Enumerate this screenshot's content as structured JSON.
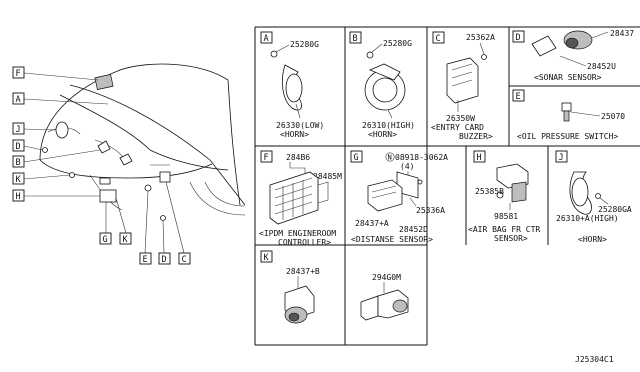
{
  "diagram_id": "J25304C1",
  "car_callouts": [
    "F",
    "A",
    "J",
    "D",
    "B",
    "K",
    "H",
    "G",
    "K",
    "E",
    "D",
    "C"
  ],
  "panels": {
    "A": {
      "letter": "A",
      "part_top": "25280G",
      "part_bottom": "26330(LOW)",
      "caption": "<HORN>"
    },
    "B": {
      "letter": "B",
      "part_top": "25280G",
      "part_bottom": "26310(HIGH)",
      "caption": "<HORN>"
    },
    "C": {
      "letter": "C",
      "part_top": "25362A",
      "part_bottom": "26350W",
      "caption_1": "<ENTRY CARD",
      "caption_2": "BUZZER>"
    },
    "D": {
      "letter": "D",
      "part_a": "28437",
      "part_b": "28452U",
      "caption": "<SONAR SENSOR>"
    },
    "E": {
      "letter": "E",
      "part_a": "25070",
      "caption": "<OIL PRESSURE SWITCH>"
    },
    "F": {
      "letter": "F",
      "part_a": "284B6",
      "part_b": "28485M",
      "caption_1": "<IPDM ENGINEROOM",
      "caption_2": "CONTROLLER>"
    },
    "G": {
      "letter": "G",
      "bolt_prefix": "N",
      "bolt": "08918-3062A",
      "bolt_qty": "(4)",
      "part_a": "28437+A",
      "part_b": "28452D",
      "part_c": "25336A",
      "caption": "<DISTANSE SENSOR>"
    },
    "H": {
      "letter": "H",
      "part_a": "25385B",
      "part_b": "98581",
      "caption_1": "<AIR BAG FR CTR",
      "caption_2": "SENSOR>"
    },
    "J": {
      "letter": "J",
      "part_a": "25280GA",
      "part_b": "26310+A(HIGH)",
      "caption": "<HORN>"
    },
    "K": {
      "letter": "K",
      "part_a": "28437+B"
    },
    "L": {
      "part_a": "294G0M"
    }
  }
}
